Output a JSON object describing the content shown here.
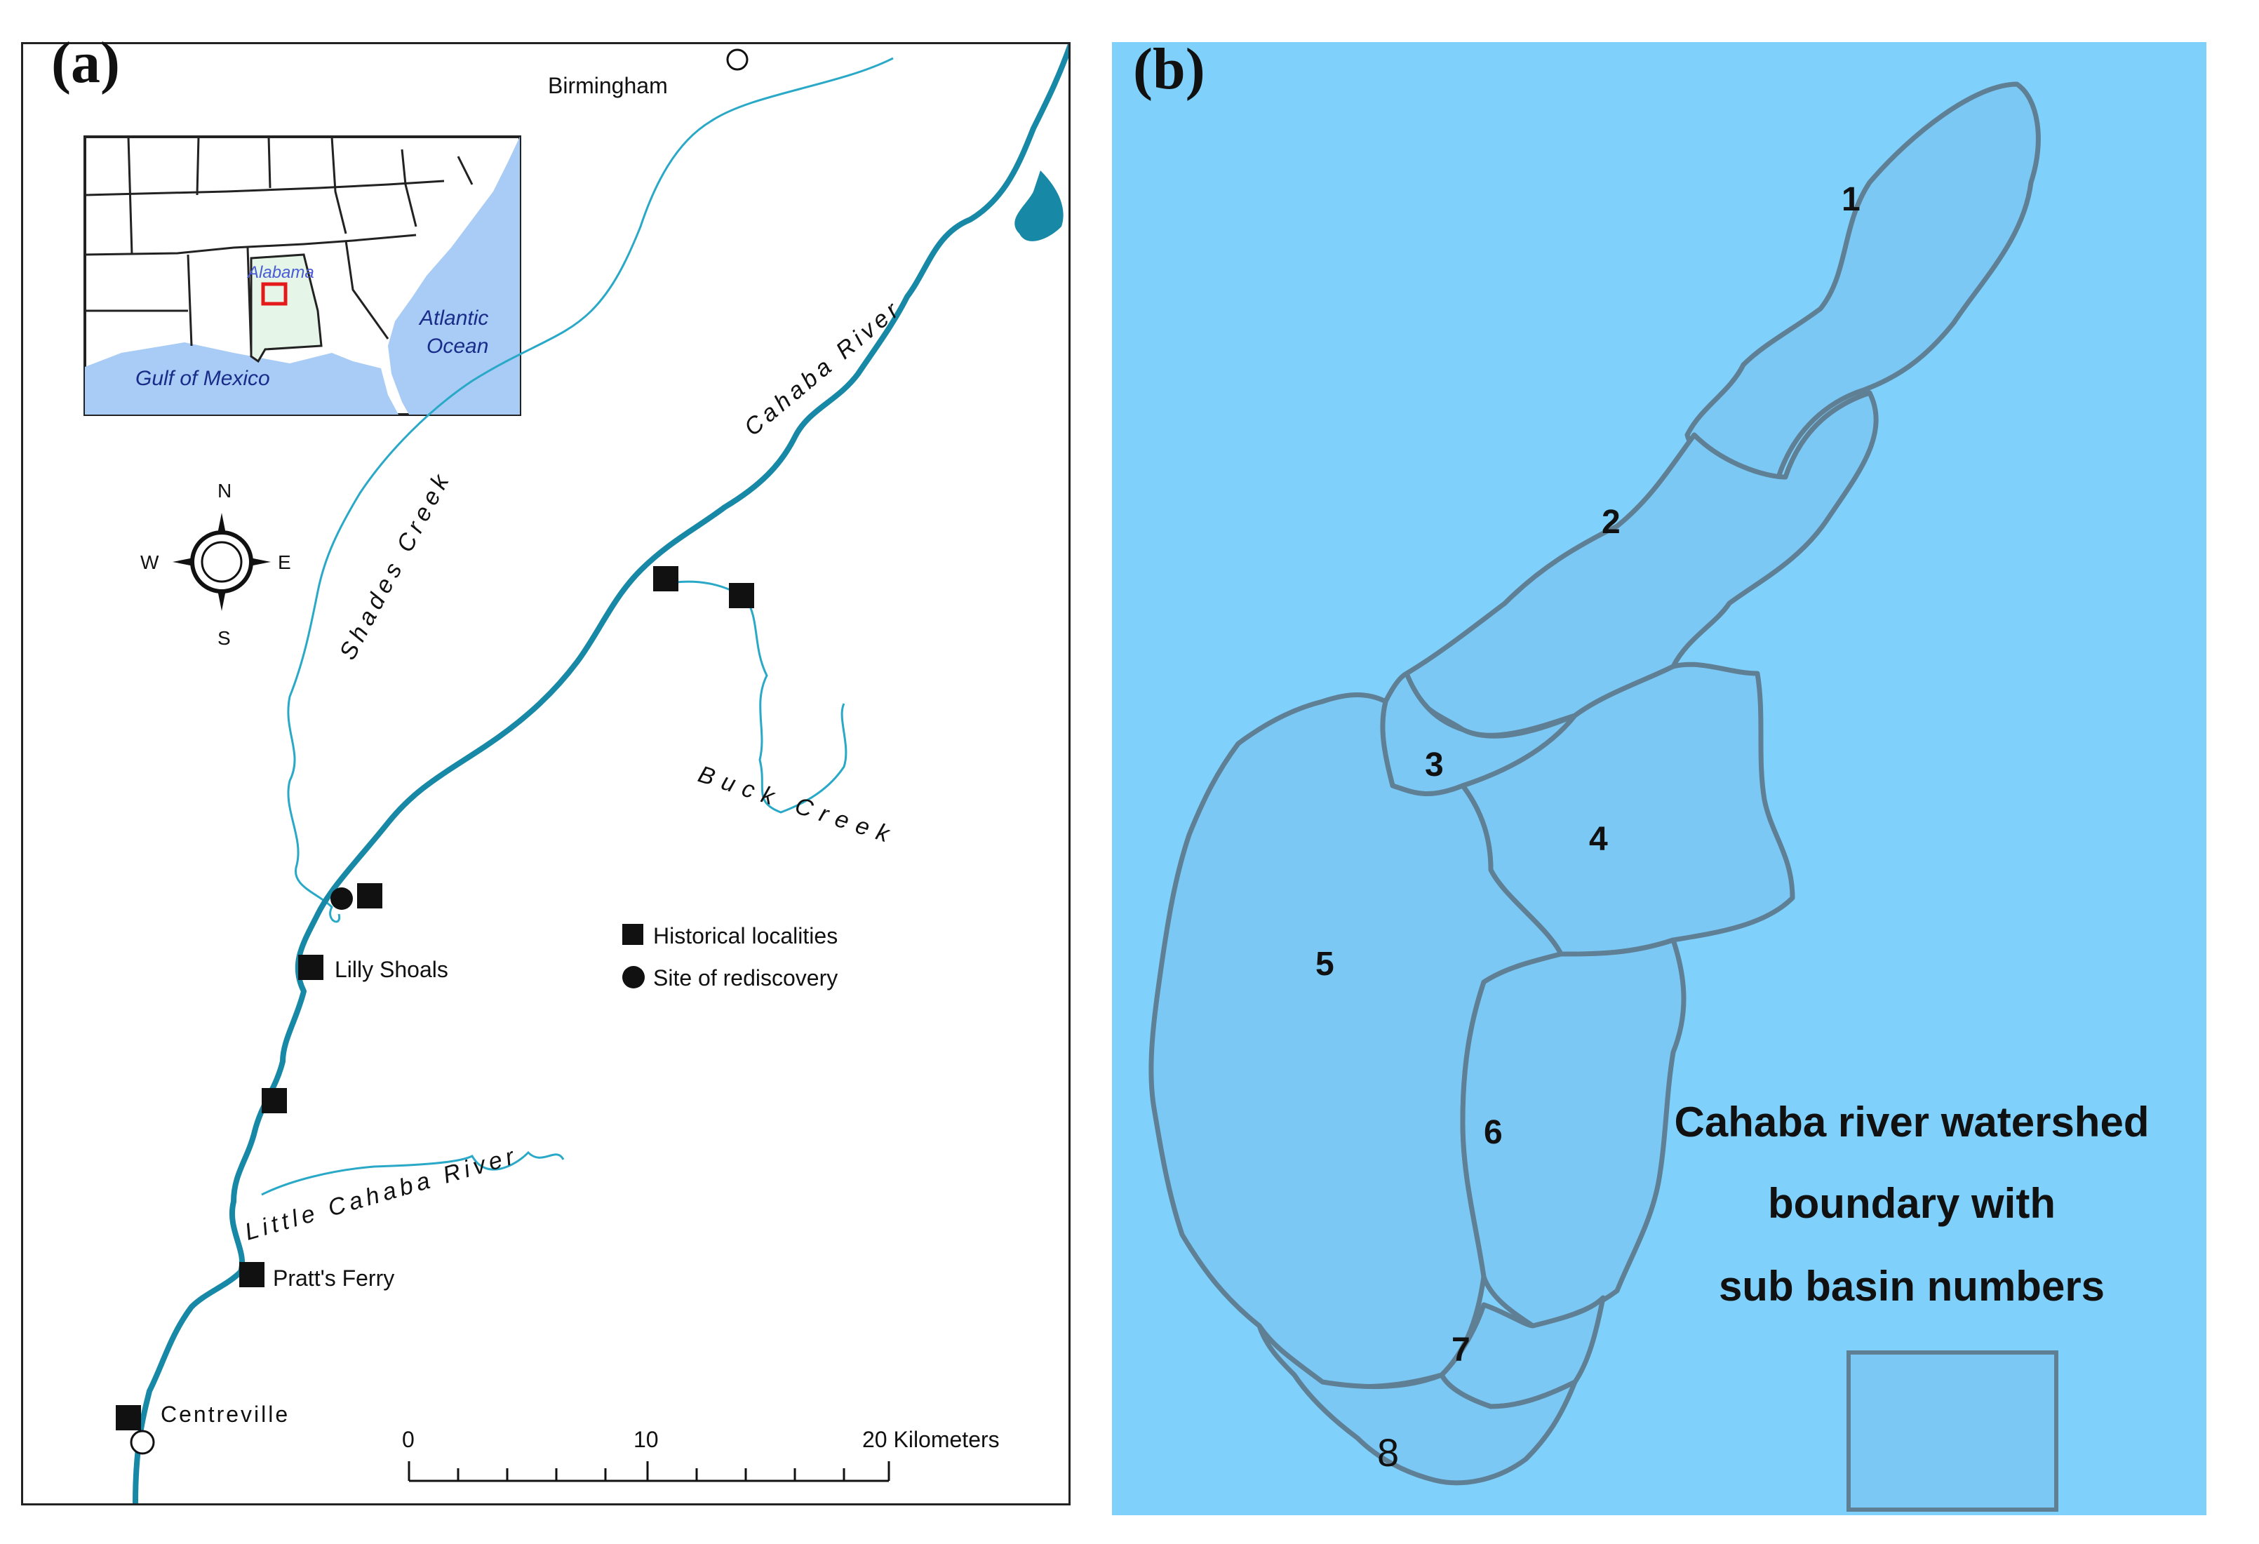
{
  "panel_a": {
    "letter": "(a)",
    "inset": {
      "state_label": "Alabama",
      "gulf_label": "Gulf of Mexico",
      "ocean_line1": "Atlantic",
      "ocean_line2": "Ocean"
    },
    "compass": {
      "n": "N",
      "s": "S",
      "e": "E",
      "w": "W"
    },
    "places": {
      "birmingham": "Birmingham",
      "lilly_shoals": "Lilly Shoals",
      "pratts_ferry": "Pratt's Ferry",
      "centreville": "Centreville"
    },
    "rivers": {
      "cahaba": "Cahaba River",
      "shades": "Shades Creek",
      "buck": "Buck Creek",
      "little_cahaba": "Little Cahaba River"
    },
    "legend": {
      "historical": "Historical localities",
      "rediscovery": "Site of rediscovery"
    },
    "scale": {
      "label_0": "0",
      "label_10": "10",
      "label_20": "20 Kilometers"
    },
    "colors": {
      "main_river": "#1788a6",
      "creek": "#29a9c7",
      "ocean": "#a8ccf5"
    }
  },
  "panel_b": {
    "letter": "(b)",
    "subbasins": [
      "1",
      "2",
      "3",
      "4",
      "5",
      "6",
      "7",
      "8"
    ],
    "legend_line1": "Cahaba river watershed",
    "legend_line2": "boundary with",
    "legend_line3": "sub basin numbers",
    "colors": {
      "background": "#80d0fc",
      "basin_fill": "#7cc8f4",
      "boundary": "#5f7f94"
    }
  }
}
